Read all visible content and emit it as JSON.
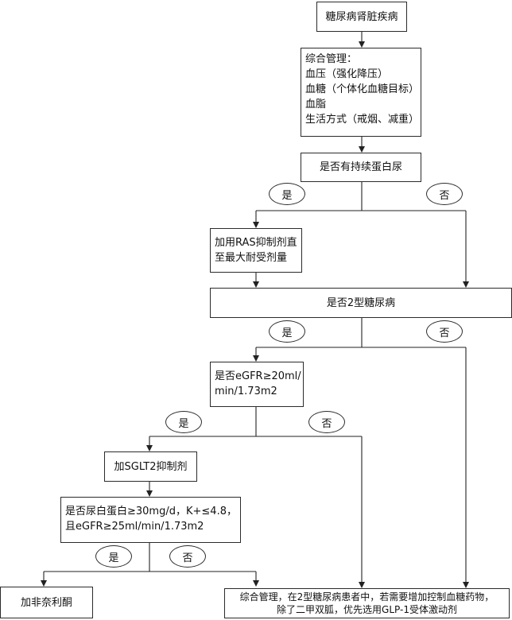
{
  "nodes": {
    "start": "糖尿病肾脏疾病",
    "management": {
      "heading": "综合管理：",
      "items": [
        "血压（强化降压）",
        "血糖（个体化血糖目标）",
        "血脂",
        "生活方式（戒烟、减重）"
      ]
    },
    "q_proteinuria": "是否有持续蛋白尿",
    "ras": [
      "加用RAS抑制剂直",
      "至最大耐受剂量"
    ],
    "q_type2": "是否2型糖尿病",
    "q_egfr": [
      "是否eGFR≥20ml/",
      "min/1.73m2"
    ],
    "sglt2": "加SGLT2抑制剂",
    "q_albumin": [
      "是否尿白蛋白≥30mg/d，K+≤4.8，",
      "且eGFR≥25ml/min/1.73m2"
    ],
    "finerenone": "加非奈利酮",
    "final": [
      "综合管理，在2型糖尿病患者中，若需要增加控制血糖药物，",
      "除了二甲双胍，优先选用GLP-1受体激动剂"
    ]
  },
  "labels": {
    "yes": "是",
    "no": "否"
  }
}
